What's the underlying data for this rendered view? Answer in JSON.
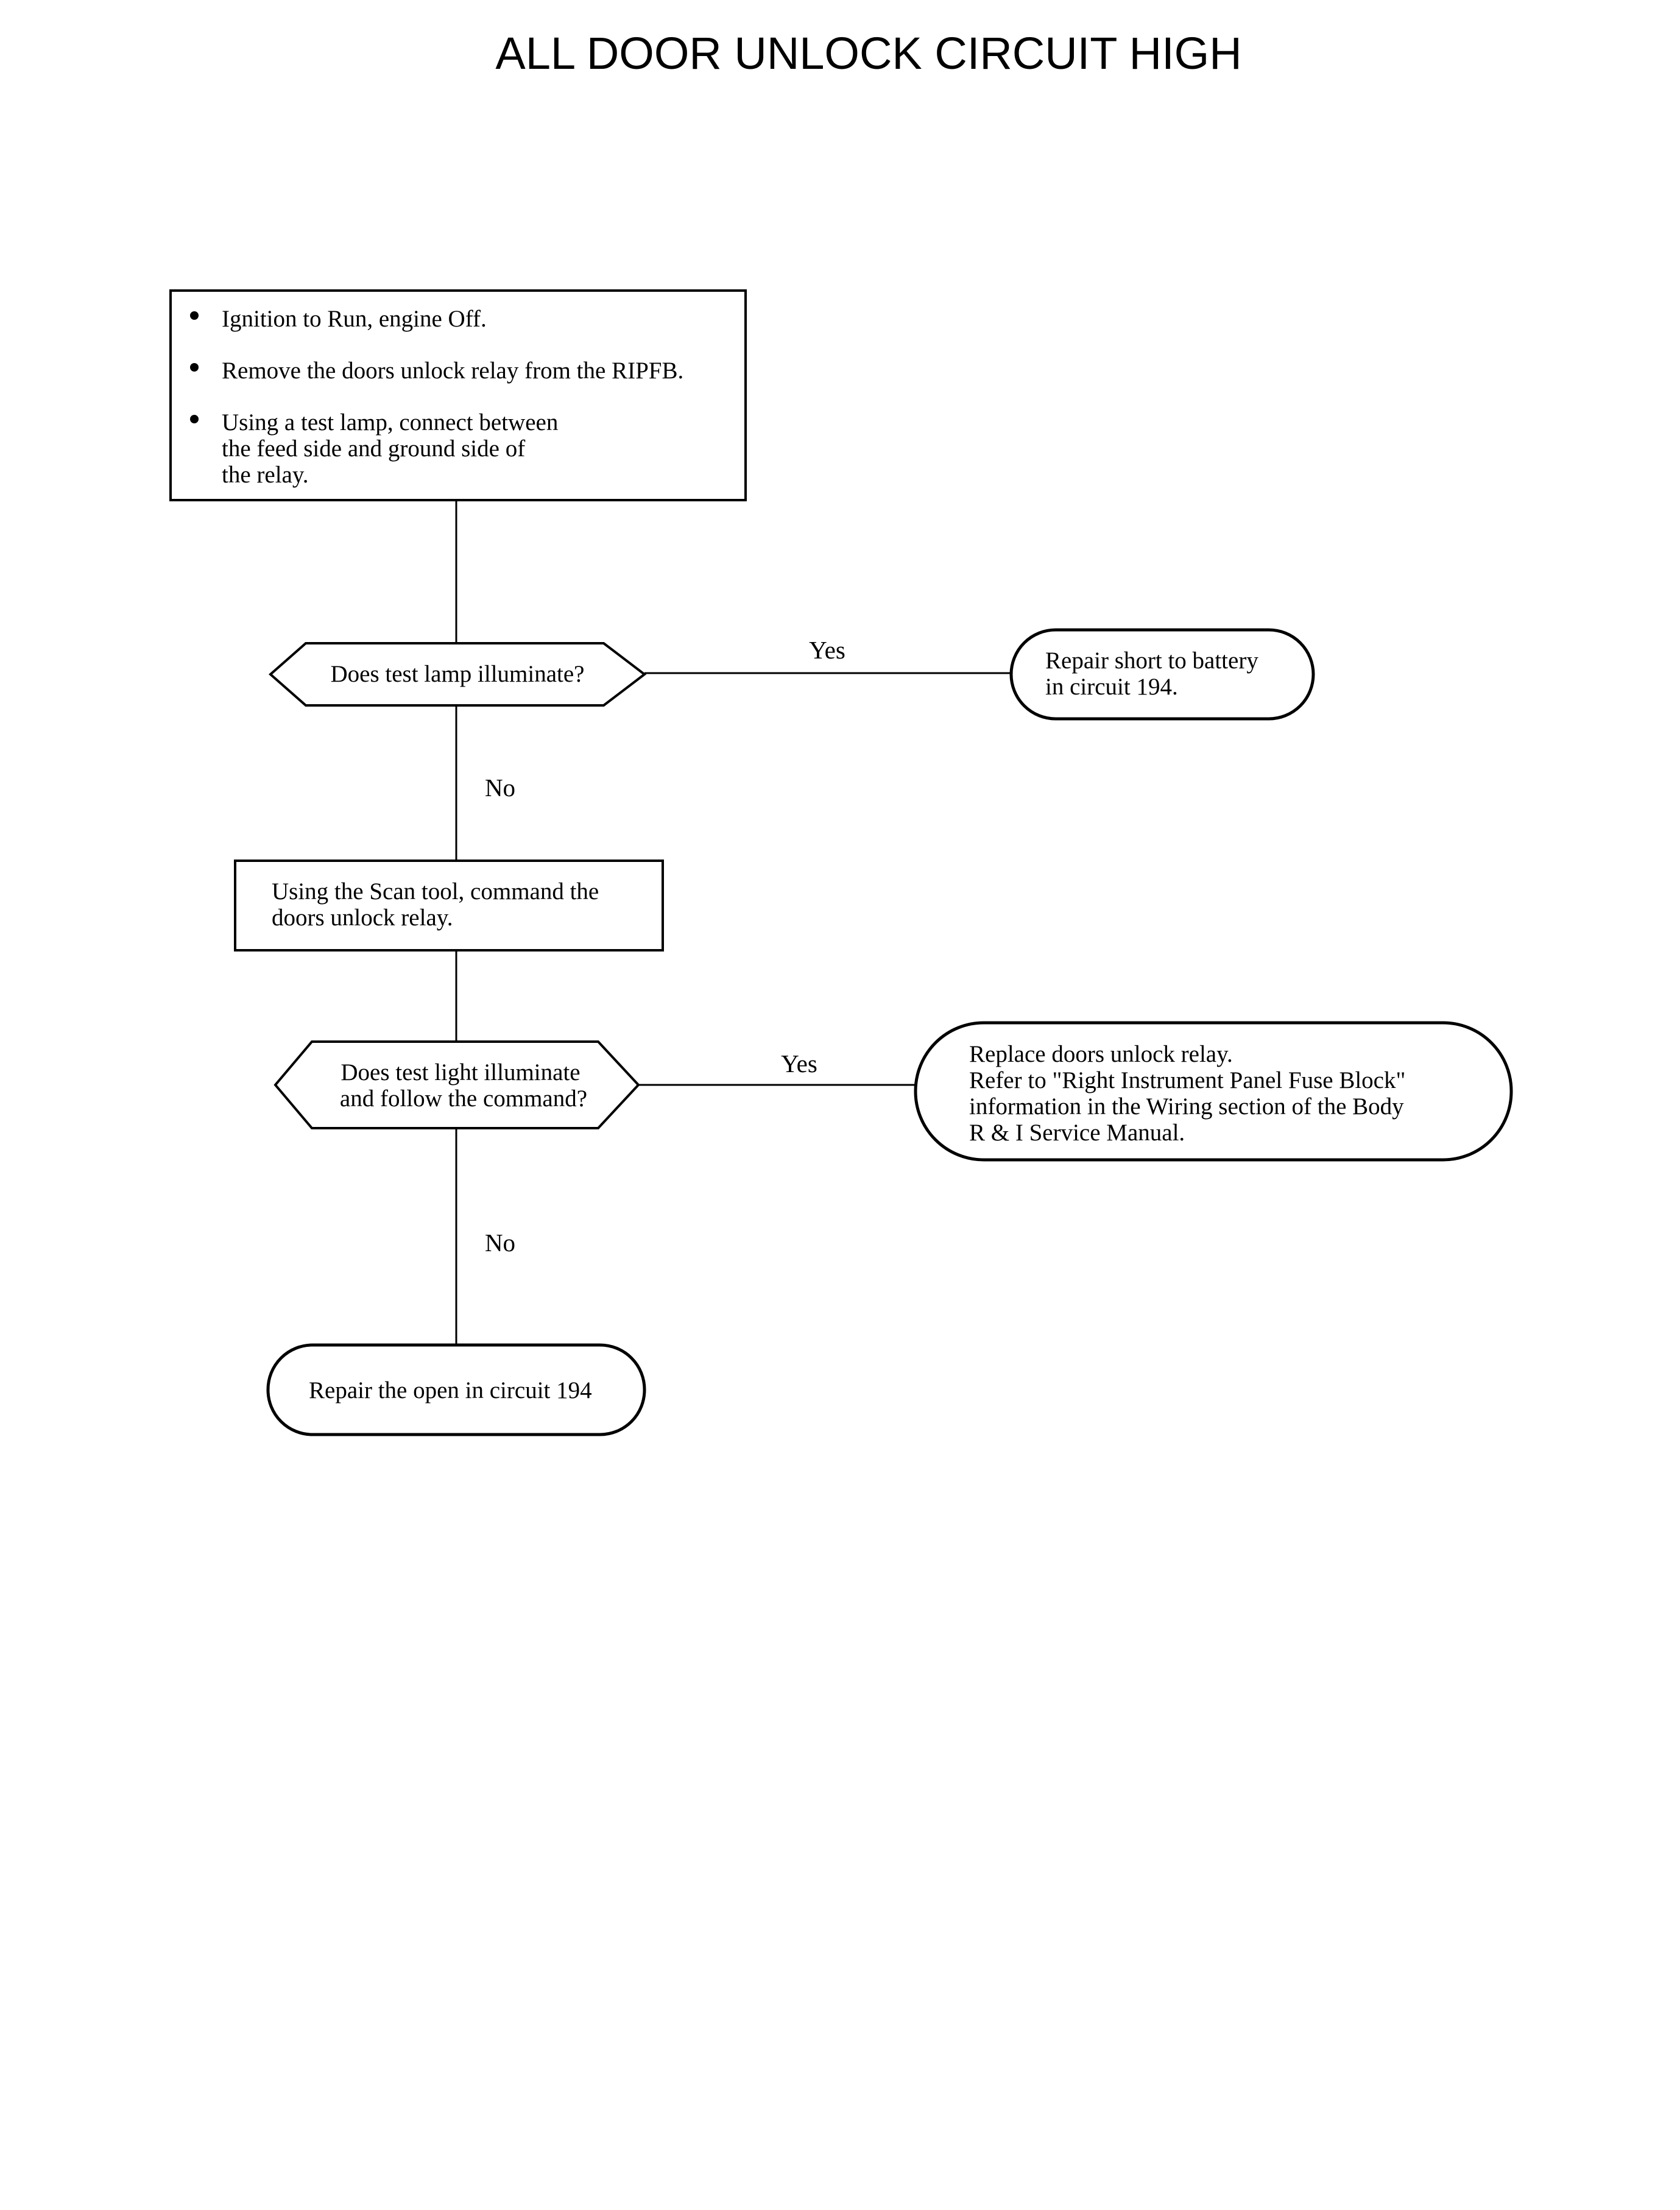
{
  "title": "ALL DOOR UNLOCK CIRCUIT HIGH",
  "step1": {
    "bullets": [
      [
        "Ignition to Run, engine Off."
      ],
      [
        "Remove the doors unlock relay from the RIPFB."
      ],
      [
        "Using a test lamp, connect between",
        "the feed side and ground side of",
        "the relay."
      ]
    ]
  },
  "decision1": {
    "text": "Does test lamp illuminate?"
  },
  "result1": {
    "lines": [
      "Repair short to battery",
      "in circuit 194."
    ]
  },
  "step2": {
    "lines": [
      "Using the Scan tool, command the",
      "doors unlock relay."
    ]
  },
  "decision2": {
    "lines": [
      "Does test light illuminate",
      "and follow the command?"
    ]
  },
  "result2": {
    "lines": [
      "Replace doors unlock relay.",
      "Refer to \"Right Instrument Panel Fuse Block\"",
      "information in the Wiring section of the Body",
      "R & I Service Manual."
    ]
  },
  "result3": {
    "text": "Repair the open in circuit 194"
  },
  "labels": {
    "yes1": "Yes",
    "no1": "No",
    "yes2": "Yes",
    "no2": "No"
  }
}
